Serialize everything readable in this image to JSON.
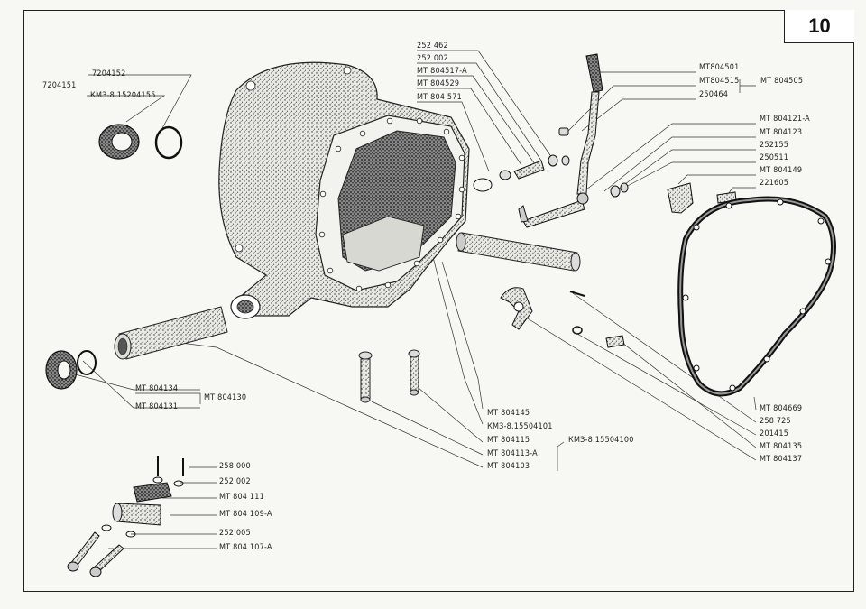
{
  "page_number": "10",
  "labels": {
    "l7204152": "7204152",
    "l7204151": "7204151",
    "lkm3_15204155": "КМЗ-8.15204155",
    "l252462": "252 462",
    "l252002_top": "252 002",
    "lmt804517a": "MT 804517-A",
    "lmt804529": "MT 804529",
    "lmt804571": "MT 804 571",
    "lmt804501": "MT804501",
    "lmt804515": "MT804515",
    "lmt804505": "MT 804505",
    "l250464": "250464",
    "lmt804121a": "MT 804121-A",
    "lmt804123": "MT 804123",
    "l252155": "252155",
    "l250511": "250511",
    "lmt804149": "MT 804149",
    "l221605": "221605",
    "lmt804134": "MT 804134",
    "lmt804130": "MT 804130",
    "lmt804131": "MT 804131",
    "lmt804145": "MT 804145",
    "lkm3_15504101": "КМЗ-8.15504101",
    "lkm3_15504100": "КМЗ-8.15504100",
    "lmt804115": "MT 804115",
    "lmt804113a": "MT 804113-A",
    "lmt804103": "MT 804103",
    "lmt804669": "MT 804669",
    "l258725": "258 725",
    "l201415": "201415",
    "lmt804135": "MT 804135",
    "lmt804137": "MT 804137",
    "l258000": "258 000",
    "l252002_bot": "252 002",
    "lmt804111": "MT 804 111",
    "lmt804109a": "MT 804 109-A",
    "l252005": "252 005",
    "lmt804107a": "MT 804 107-A"
  }
}
